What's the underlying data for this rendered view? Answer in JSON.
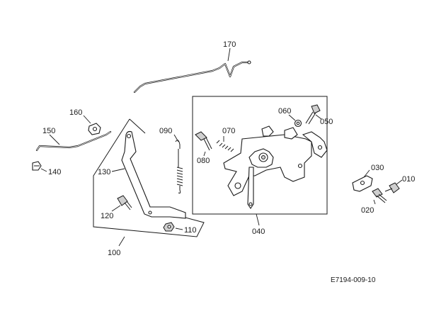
{
  "figure_code": "E7194-009-10",
  "callouts": {
    "c010": "010",
    "c020": "020",
    "c030": "030",
    "c040": "040",
    "c050": "050",
    "c060": "060",
    "c070": "070",
    "c080": "080",
    "c090": "090",
    "c100": "100",
    "c110": "110",
    "c120": "120",
    "c130": "130",
    "c140": "140",
    "c150": "150",
    "c160": "160",
    "c170": "170"
  },
  "colors": {
    "ink": "#1a1a1a",
    "background": "#ffffff"
  }
}
